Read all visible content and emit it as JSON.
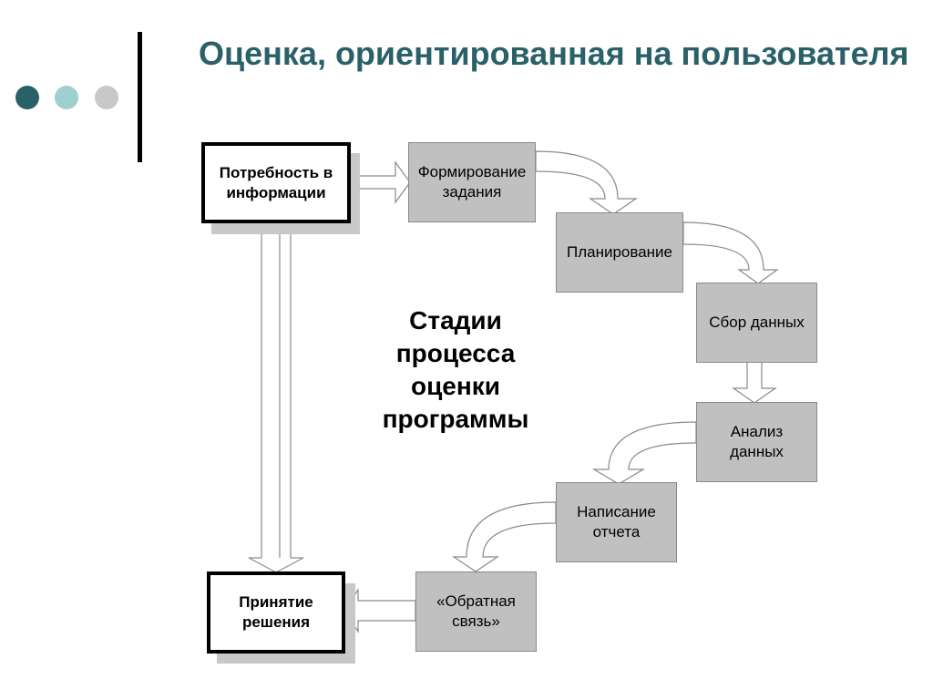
{
  "slide": {
    "title": "Оценка, ориентированная на пользователя",
    "dot_colors": [
      "#2a6168",
      "#9fcfcf",
      "#c8c8c8"
    ]
  },
  "diagram": {
    "center_label": "Стадии процесса оценки программы",
    "nodes": {
      "need": "Потребность в информации",
      "formulation": "Формирование задания",
      "planning": "Планирование",
      "collection": "Сбор данных",
      "analysis": "Анализ данных",
      "report": "Написание отчета",
      "feedback": "«Обратная связь»",
      "decision": "Принятие решения"
    }
  }
}
